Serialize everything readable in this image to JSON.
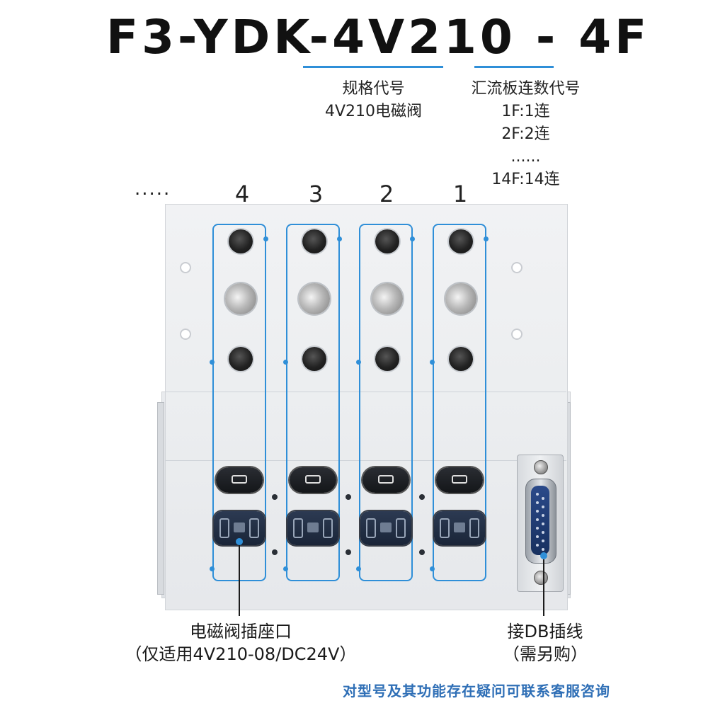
{
  "title": "F3-YDK-4V210 - 4F",
  "spec": {
    "label": "规格代号",
    "value": "4V210电磁阀"
  },
  "manifold_code": {
    "label": "汇流板连数代号",
    "lines": [
      "1F:1连",
      "2F:2连",
      "......",
      "14F:14连"
    ]
  },
  "stations": {
    "ellipsis": ".....",
    "numbers": [
      "4",
      "3",
      "2",
      "1"
    ]
  },
  "callouts": {
    "socket": {
      "line1": "电磁阀插座口",
      "line2": "（仅适用4V210-08/DC24V）"
    },
    "db": {
      "line1": "接DB插线",
      "line2": "（需另购）"
    }
  },
  "footer": "对型号及其功能存在疑问可联系客服咨询",
  "colors": {
    "accent": "#2f8fd8",
    "footer": "#2f6fb6"
  }
}
